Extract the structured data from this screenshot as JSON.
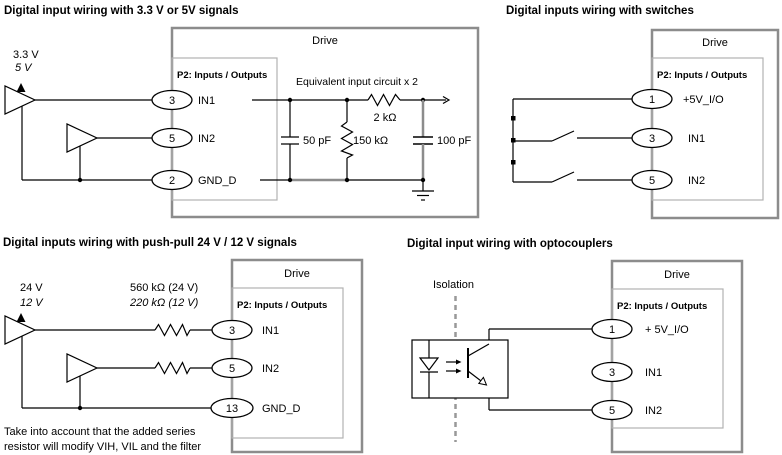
{
  "colors": {
    "wire": "#000000",
    "drive_frame_gray": "#8c8c8c",
    "connector_frame_gray": "#b2b2b2",
    "isolation_dash_gray": "#999999",
    "background": "#ffffff"
  },
  "panels": {
    "signals": {
      "title": "Digital input wiring with 3.3 V or 5V signals",
      "drive_label": "Drive",
      "connector_label": "P2: Inputs / Outputs",
      "supply_line1": "3.3 V",
      "supply_line2": "5 V",
      "equivalent_title": "Equivalent input circuit x 2",
      "series_resistor": "2 kΩ",
      "input_capacitor": "50 pF",
      "pulldown_resistor": "150 kΩ",
      "filter_capacitor": "100 pF",
      "pins": [
        {
          "number": "3",
          "label": "IN1"
        },
        {
          "number": "5",
          "label": "IN2"
        },
        {
          "number": "2",
          "label": "GND_D"
        }
      ]
    },
    "switches": {
      "title": "Digital inputs wiring with switches",
      "drive_label": "Drive",
      "connector_label": "P2: Inputs / Outputs",
      "pins": [
        {
          "number": "1",
          "label": "+5V_I/O"
        },
        {
          "number": "3",
          "label": "IN1"
        },
        {
          "number": "5",
          "label": "IN2"
        }
      ]
    },
    "pushpull": {
      "title": "Digital inputs wiring with push-pull 24 V / 12 V signals",
      "drive_label": "Drive",
      "connector_label": "P2: Inputs / Outputs",
      "supply_line1": "24 V",
      "supply_line2": "12 V",
      "series_resistor_24": "560 kΩ (24 V)",
      "series_resistor_12": "220 kΩ (12 V)",
      "note_line1": "Take into account that the added series",
      "note_line2": "resistor will modify VIH, VIL and the filter",
      "pins": [
        {
          "number": "3",
          "label": "IN1"
        },
        {
          "number": "5",
          "label": "IN2"
        },
        {
          "number": "13",
          "label": "GND_D"
        }
      ]
    },
    "opto": {
      "title": "Digital input wiring with optocouplers",
      "drive_label": "Drive",
      "connector_label": "P2: Inputs / Outputs",
      "isolation_label": "Isolation",
      "pins": [
        {
          "number": "1",
          "label": "+ 5V_I/O"
        },
        {
          "number": "3",
          "label": "IN1"
        },
        {
          "number": "5",
          "label": "IN2"
        }
      ]
    }
  }
}
